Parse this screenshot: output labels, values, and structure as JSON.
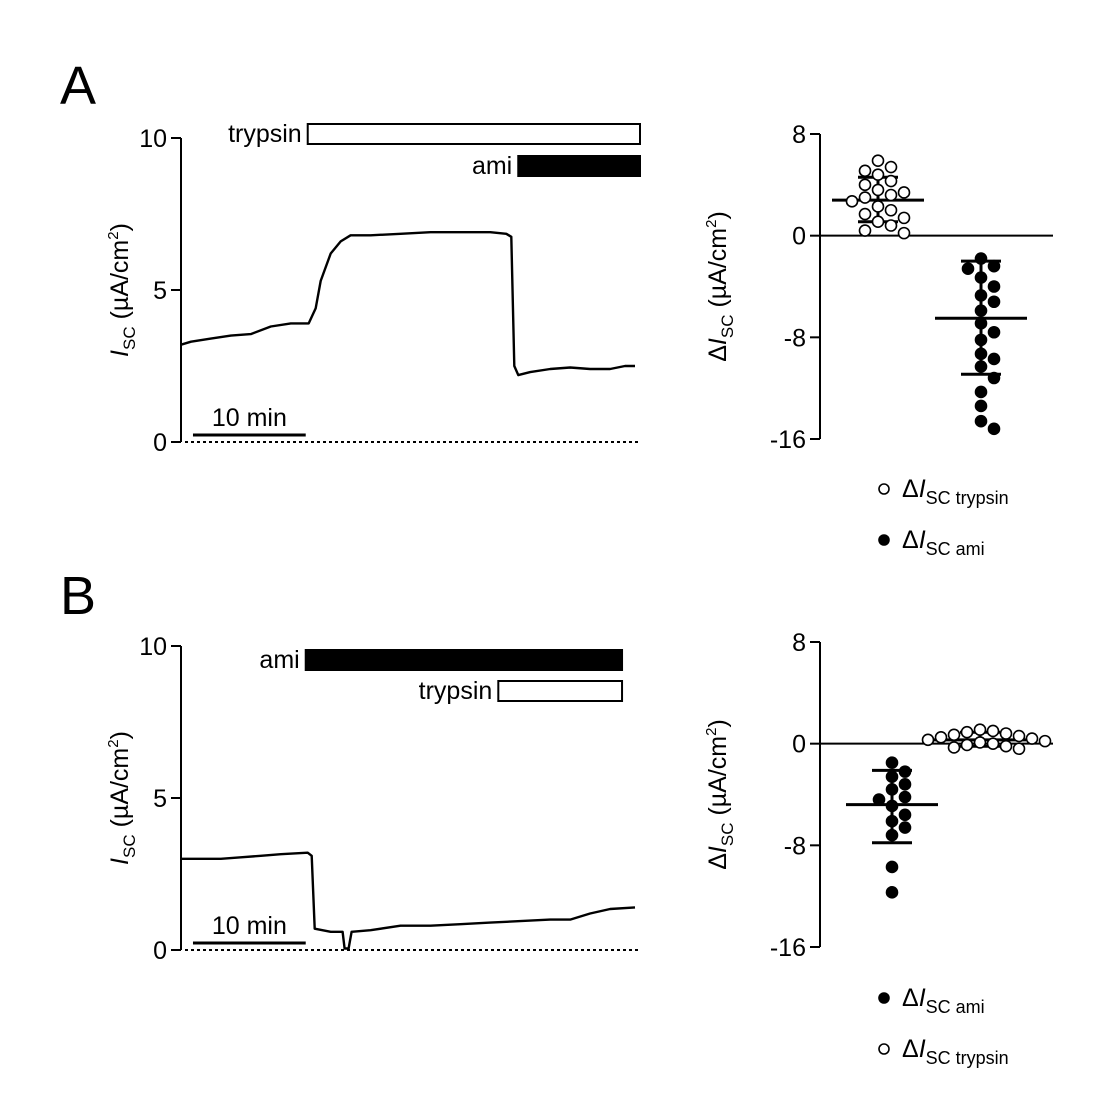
{
  "colors": {
    "ink": "#000000",
    "background": "#ffffff"
  },
  "chart_data": [
    {
      "panel": "A",
      "type": "line",
      "panel_label": "A",
      "ylabel": {
        "main": "I",
        "sub": "SC",
        "unit": " (µA/cm",
        "sup": "2",
        "close": ")"
      },
      "yticks": [
        0,
        5,
        10
      ],
      "ylim": [
        0,
        10
      ],
      "xlim": [
        0,
        46
      ],
      "scale_bar": {
        "label": "10 min",
        "start": 1.2,
        "end": 12.5
      },
      "baseline_y": 0,
      "drug_bars": [
        {
          "label": "trypsin",
          "fill": "#ffffff",
          "start": 12.7,
          "end": 46,
          "row": 0
        },
        {
          "label": "ami",
          "fill": "#000000",
          "start": 33.8,
          "end": 46,
          "row": 1
        }
      ],
      "trace": [
        [
          0,
          3.2
        ],
        [
          1,
          3.3
        ],
        [
          3,
          3.4
        ],
        [
          5,
          3.5
        ],
        [
          7,
          3.55
        ],
        [
          9,
          3.8
        ],
        [
          11,
          3.9
        ],
        [
          12.8,
          3.9
        ],
        [
          13.5,
          4.4
        ],
        [
          14,
          5.3
        ],
        [
          15,
          6.2
        ],
        [
          16,
          6.6
        ],
        [
          17,
          6.8
        ],
        [
          19,
          6.8
        ],
        [
          22,
          6.85
        ],
        [
          25,
          6.9
        ],
        [
          28,
          6.9
        ],
        [
          31,
          6.9
        ],
        [
          32.6,
          6.85
        ],
        [
          33.1,
          6.75
        ],
        [
          33.4,
          2.5
        ],
        [
          33.8,
          2.2
        ],
        [
          35,
          2.3
        ],
        [
          37,
          2.4
        ],
        [
          39,
          2.45
        ],
        [
          41,
          2.4
        ],
        [
          43,
          2.4
        ],
        [
          44.5,
          2.5
        ],
        [
          45.5,
          2.5
        ]
      ]
    },
    {
      "panel": "A",
      "type": "scatter",
      "ylabel": {
        "main": "ΔI",
        "sub": "SC",
        "unit": " (µA/cm",
        "sup": "2",
        "close": ")"
      },
      "yticks": [
        8,
        0,
        -8,
        -16
      ],
      "ylim": [
        -16,
        8
      ],
      "zero_line": 0,
      "series": [
        {
          "name": "ΔISC trypsin",
          "legend_main": "ΔI",
          "legend_sub": "SC trypsin",
          "marker": "open",
          "mean": 2.8,
          "sd": [
            1.1,
            4.6
          ],
          "values": [
            5.9,
            5.4,
            5.1,
            4.8,
            4.3,
            4.0,
            3.6,
            3.4,
            3.2,
            3.0,
            2.7,
            2.3,
            2.0,
            1.7,
            1.4,
            1.1,
            0.8,
            0.4,
            0.2
          ]
        },
        {
          "name": "ΔISC ami",
          "legend_main": "ΔI",
          "legend_sub": "SC ami",
          "marker": "filled",
          "mean": -6.5,
          "sd": [
            -10.9,
            -2.0
          ],
          "values": [
            -1.8,
            -2.4,
            -2.6,
            -3.3,
            -4.0,
            -4.7,
            -5.2,
            -5.9,
            -6.9,
            -7.6,
            -8.2,
            -9.3,
            -9.7,
            -10.3,
            -11.2,
            -12.3,
            -13.4,
            -14.6,
            -15.2
          ]
        }
      ],
      "legend_order": [
        0,
        1
      ]
    },
    {
      "panel": "B",
      "type": "line",
      "panel_label": "B",
      "ylabel": {
        "main": "I",
        "sub": "SC",
        "unit": " (µA/cm",
        "sup": "2",
        "close": ")"
      },
      "yticks": [
        0,
        5,
        10
      ],
      "ylim": [
        0,
        10
      ],
      "xlim": [
        0,
        46
      ],
      "scale_bar": {
        "label": "10 min",
        "start": 1.2,
        "end": 12.5
      },
      "baseline_y": 0,
      "drug_bars": [
        {
          "label": "ami",
          "fill": "#000000",
          "start": 12.5,
          "end": 44.2,
          "row": 0
        },
        {
          "label": "trypsin",
          "fill": "#ffffff",
          "start": 31.8,
          "end": 44.2,
          "row": 1
        }
      ],
      "trace": [
        [
          0,
          3.0
        ],
        [
          2,
          3.0
        ],
        [
          4,
          3.0
        ],
        [
          6,
          3.05
        ],
        [
          8,
          3.1
        ],
        [
          10,
          3.15
        ],
        [
          12.7,
          3.2
        ],
        [
          13.1,
          3.1
        ],
        [
          13.4,
          0.7
        ],
        [
          15,
          0.6
        ],
        [
          16.2,
          0.6
        ],
        [
          16.4,
          0.05
        ],
        [
          16.8,
          0.05
        ],
        [
          17.1,
          0.6
        ],
        [
          19,
          0.65
        ],
        [
          22,
          0.8
        ],
        [
          25,
          0.8
        ],
        [
          28,
          0.85
        ],
        [
          31,
          0.9
        ],
        [
          34,
          0.95
        ],
        [
          37,
          1.0
        ],
        [
          39,
          1.0
        ],
        [
          41,
          1.2
        ],
        [
          43,
          1.35
        ],
        [
          45.5,
          1.4
        ]
      ]
    },
    {
      "panel": "B",
      "type": "scatter",
      "ylabel": {
        "main": "ΔI",
        "sub": "SC",
        "unit": " (µA/cm",
        "sup": "2",
        "close": ")"
      },
      "yticks": [
        8,
        0,
        -8,
        -16
      ],
      "ylim": [
        -16,
        8
      ],
      "zero_line": 0,
      "series": [
        {
          "name": "ΔISC ami",
          "legend_main": "ΔI",
          "legend_sub": "SC ami",
          "marker": "filled",
          "mean": -4.8,
          "sd": [
            -7.8,
            -2.1
          ],
          "values": [
            -1.5,
            -2.2,
            -2.6,
            -3.2,
            -3.6,
            -4.2,
            -4.4,
            -4.9,
            -5.6,
            -6.1,
            -6.6,
            -7.2,
            -9.7,
            -11.7
          ]
        },
        {
          "name": "ΔISC trypsin",
          "legend_main": "ΔI",
          "legend_sub": "SC trypsin",
          "marker": "open",
          "mean": 0.3,
          "sd": [
            -0.2,
            0.9
          ],
          "values": [
            1.1,
            1.0,
            0.9,
            0.8,
            0.7,
            0.6,
            0.5,
            0.4,
            0.3,
            0.2,
            0.1,
            0.0,
            -0.1,
            -0.2,
            -0.3,
            -0.4
          ]
        }
      ],
      "legend_order": [
        0,
        1
      ]
    }
  ]
}
